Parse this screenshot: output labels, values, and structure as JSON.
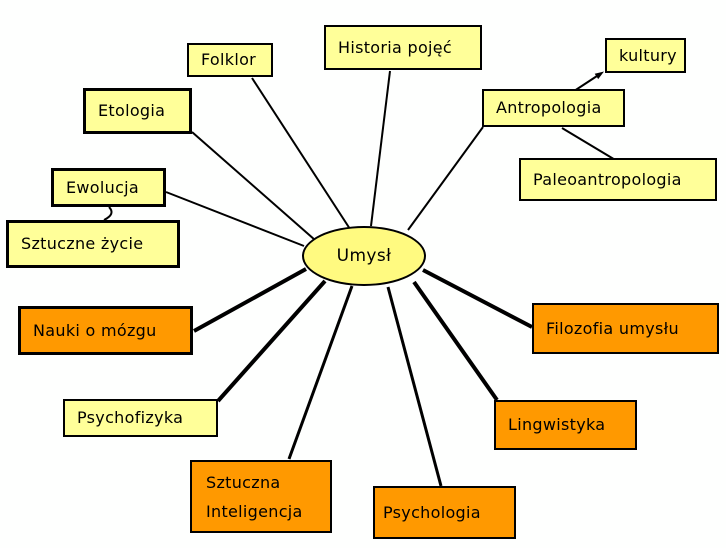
{
  "diagram": {
    "type": "mind-map",
    "center": {
      "id": "umysl",
      "label": "Umysł",
      "shape": "ellipse",
      "fill": "#fffa80"
    },
    "nodes": [
      {
        "id": "folklor",
        "label": "Folklor",
        "fill": "#ffff99"
      },
      {
        "id": "historia-pojec",
        "label": "Historia pojęć",
        "fill": "#ffff99"
      },
      {
        "id": "kultury",
        "label": "kultury",
        "fill": "#ffff99"
      },
      {
        "id": "etologia",
        "label": "Etologia",
        "fill": "#ffff99"
      },
      {
        "id": "antropologia",
        "label": "Antropologia",
        "fill": "#ffff99"
      },
      {
        "id": "paleoantropologia",
        "label": "Paleoantropologia",
        "fill": "#ffff99"
      },
      {
        "id": "ewolucja",
        "label": "Ewolucja",
        "fill": "#ffff99"
      },
      {
        "id": "sztuczne-zycie",
        "label": "Sztuczne życie",
        "fill": "#ffff99"
      },
      {
        "id": "nauki-o-mozgu",
        "label": "Nauki o mózgu",
        "fill": "#ff9900"
      },
      {
        "id": "filozofia-umyslu",
        "label": "Filozofia umysłu",
        "fill": "#ff9900"
      },
      {
        "id": "psychofizyka",
        "label": "Psychofizyka",
        "fill": "#ffff99"
      },
      {
        "id": "lingwistyka",
        "label": "Lingwistyka",
        "fill": "#ff9900"
      },
      {
        "id": "sztuczna-inteligencja",
        "label": "Sztuczna Inteligencja",
        "fill": "#ff9900"
      },
      {
        "id": "psychologia",
        "label": "Psychologia",
        "fill": "#ff9900"
      }
    ],
    "edges": [
      {
        "from": "umysl",
        "to": "folklor",
        "style": "thin"
      },
      {
        "from": "umysl",
        "to": "historia-pojec",
        "style": "thin"
      },
      {
        "from": "umysl",
        "to": "etologia",
        "style": "thin"
      },
      {
        "from": "umysl",
        "to": "antropologia",
        "style": "thin"
      },
      {
        "from": "umysl",
        "to": "ewolucja",
        "style": "thin"
      },
      {
        "from": "ewolucja",
        "to": "sztuczne-zycie",
        "style": "thin-curve"
      },
      {
        "from": "antropologia",
        "to": "kultury",
        "style": "thin-arrow"
      },
      {
        "from": "antropologia",
        "to": "paleoantropologia",
        "style": "thin"
      },
      {
        "from": "umysl",
        "to": "nauki-o-mozgu",
        "style": "thick"
      },
      {
        "from": "umysl",
        "to": "psychofizyka",
        "style": "thick"
      },
      {
        "from": "umysl",
        "to": "sztuczna-inteligencja",
        "style": "thick"
      },
      {
        "from": "umysl",
        "to": "psychologia",
        "style": "thick"
      },
      {
        "from": "umysl",
        "to": "lingwistyka",
        "style": "thick"
      },
      {
        "from": "umysl",
        "to": "filozofia-umyslu",
        "style": "thick"
      }
    ],
    "colors": {
      "background": "#fefffe",
      "node_yellow": "#ffff99",
      "node_orange": "#ff9900",
      "center_fill": "#fffa80",
      "line": "#000000",
      "border": "#000000",
      "text": "#000000"
    }
  }
}
